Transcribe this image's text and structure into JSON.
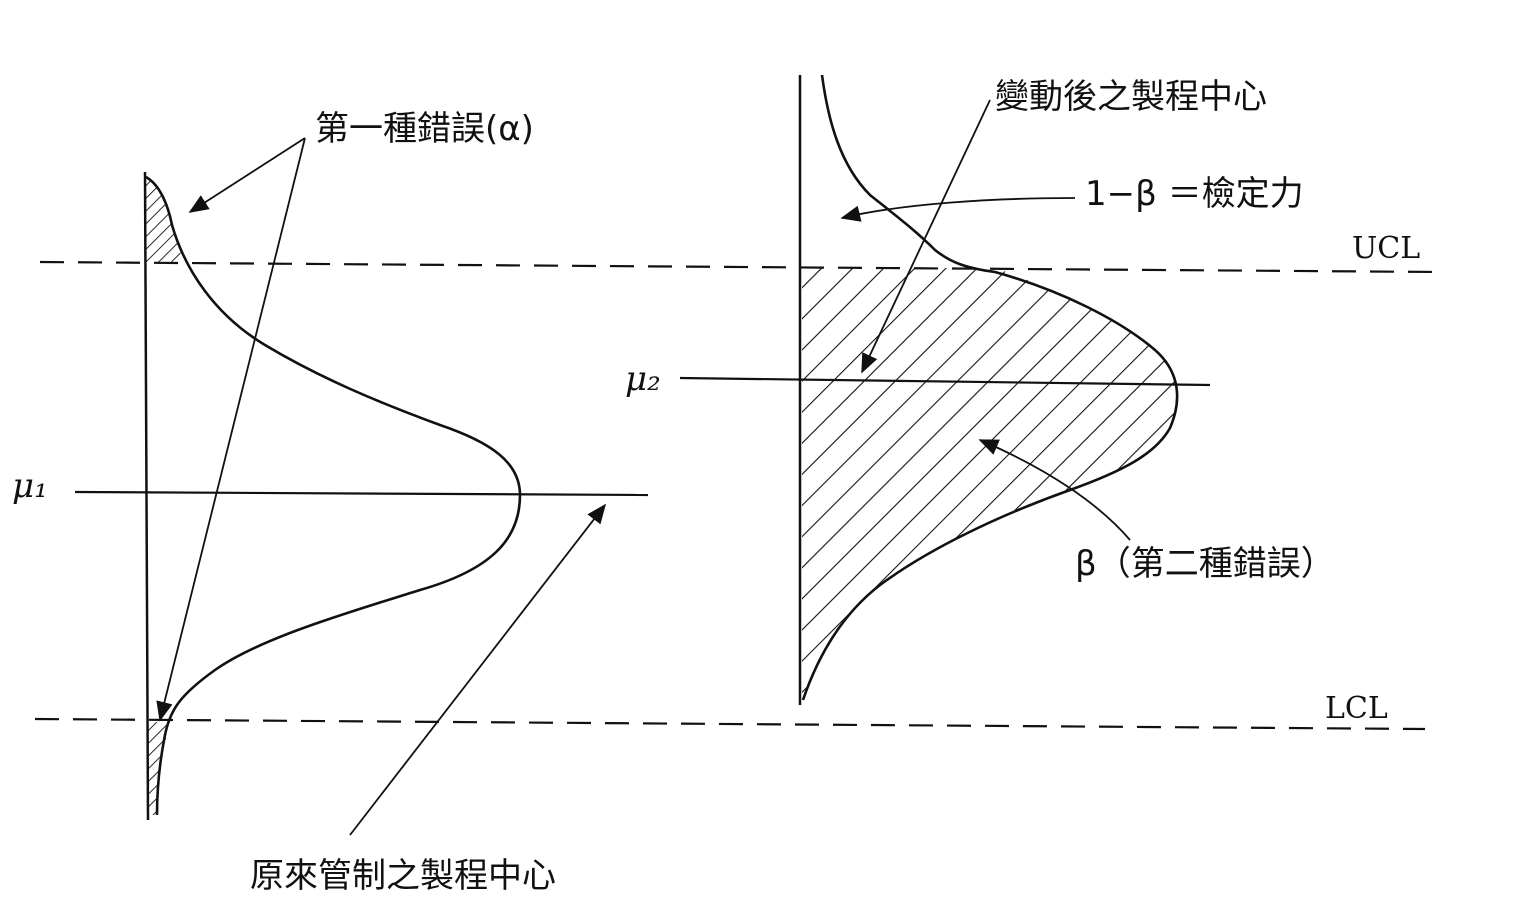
{
  "labels": {
    "type1_error": "第一種錯誤(α)",
    "shifted_center": "變動後之製程中心",
    "power": "1−β ＝檢定力",
    "ucl": "UCL",
    "lcl": "LCL",
    "mu1": "μ₁",
    "mu2": "μ₂",
    "type2_error": "β（第二種錯誤）",
    "original_center": "原來管制之製程中心"
  },
  "colors": {
    "ink": "#111111",
    "paper": "#ffffff"
  }
}
